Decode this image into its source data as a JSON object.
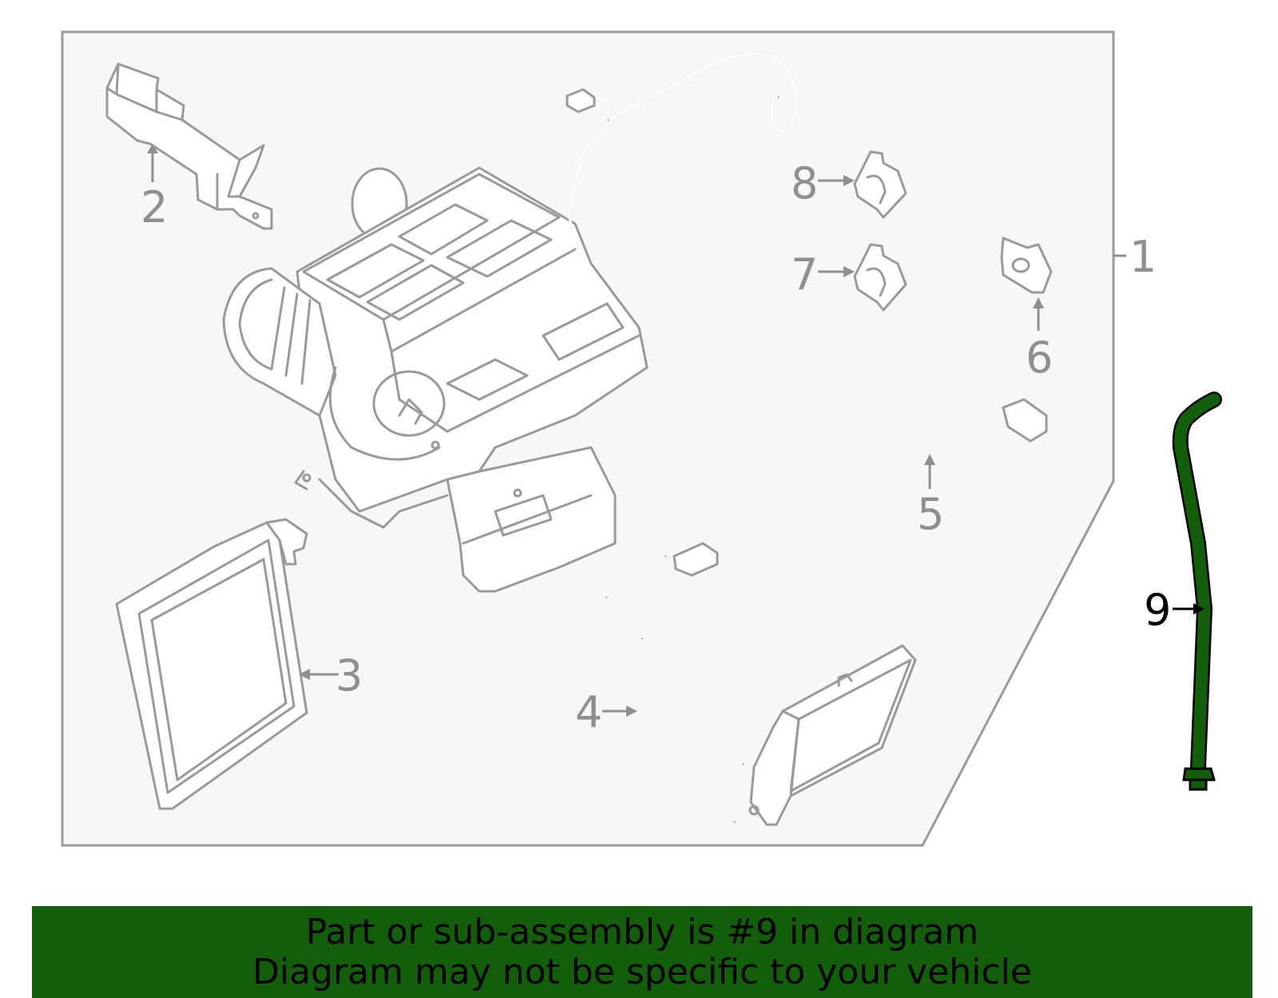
{
  "colors": {
    "highlight": "#135e0a",
    "outline": "#9a9a9a",
    "panel": "#f7f7f7",
    "banner_text": "#000000"
  },
  "callouts": {
    "c1": "1",
    "c2": "2",
    "c3": "3",
    "c4": "4",
    "c5": "5",
    "c6": "6",
    "c7": "7",
    "c8": "8",
    "c9": "9"
  },
  "banner": {
    "line1": "Part or sub-assembly is #9 in diagram",
    "line2": "Diagram may not be specific to your vehicle"
  }
}
